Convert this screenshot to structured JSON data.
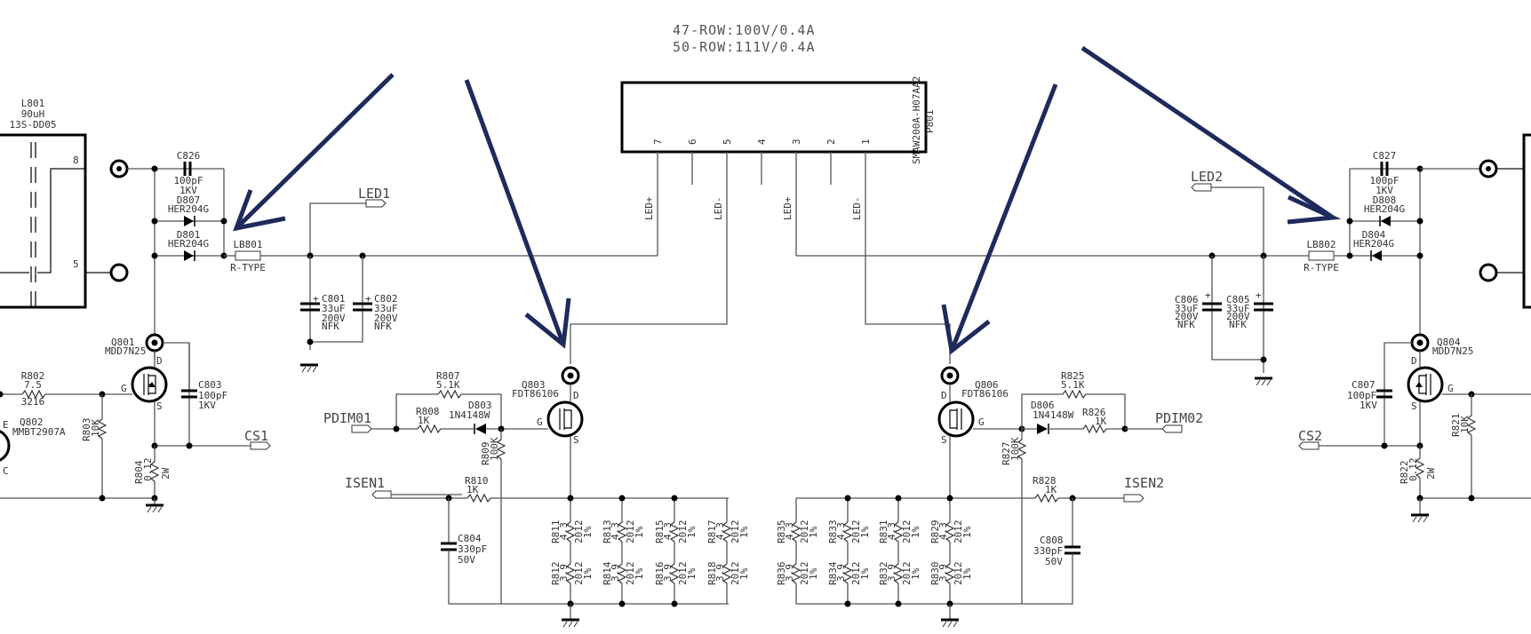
{
  "header": {
    "line1": "47-ROW:100V/0.4A",
    "line2": "50-ROW:111V/0.4A"
  },
  "connector": {
    "ref": "P801",
    "part": "SMAW200A-H07AA2",
    "pins": [
      "7",
      "6",
      "5",
      "4",
      "3",
      "2",
      "1"
    ],
    "pin_labels": [
      "LED+",
      "LED-",
      "LED+",
      "LED-"
    ]
  },
  "left": {
    "transformer": {
      "ref": "L801",
      "value": "90uH",
      "part": "13S-DD05",
      "pin_top": "8",
      "pin_bottom": "5"
    },
    "c826": {
      "ref": "C826",
      "value": "100pF",
      "rating": "1KV"
    },
    "d807": {
      "ref": "D807",
      "part": "HER204G"
    },
    "d801": {
      "ref": "D801",
      "part": "HER204G"
    },
    "lb801": {
      "ref": "LB801",
      "type": "R-TYPE"
    },
    "led_port": "LED1",
    "c801": {
      "ref": "C801",
      "value": "33uF",
      "rating": "200V",
      "type": "NFK"
    },
    "c802": {
      "ref": "C802",
      "value": "33uF",
      "rating": "200V",
      "type": "NFK"
    },
    "q801": {
      "ref": "Q801",
      "part": "MDD7N25"
    },
    "r802": {
      "ref": "R802",
      "value": "7.5",
      "size": "3216"
    },
    "q802": {
      "ref": "Q802",
      "part": "MMBT2907A",
      "pin_e": "E",
      "pin_c": "C"
    },
    "r803": {
      "ref": "R803",
      "value": "10K"
    },
    "c803": {
      "ref": "C803",
      "value": "100pF",
      "rating": "1KV"
    },
    "r804": {
      "ref": "R804",
      "value": "0.12",
      "power": "2W"
    },
    "cs_port": "CS1"
  },
  "mid_left": {
    "q803": {
      "ref": "Q803",
      "part": "FDT86106"
    },
    "r807": {
      "ref": "R807",
      "value": "5.1K"
    },
    "r808": {
      "ref": "R808",
      "value": "1K"
    },
    "d803": {
      "ref": "D803",
      "part": "1N4148W"
    },
    "r809": {
      "ref": "R809",
      "value": "100K"
    },
    "r810": {
      "ref": "R810",
      "value": "1K"
    },
    "c804": {
      "ref": "C804",
      "value": "330pF",
      "rating": "50V"
    },
    "pdim_port": "PDIM01",
    "isen_port": "ISEN1",
    "sense_top": [
      {
        "ref": "R811",
        "value": "4.3",
        "size": "2012",
        "tol": "1%"
      },
      {
        "ref": "R813",
        "value": "4.3",
        "size": "2012",
        "tol": "1%"
      },
      {
        "ref": "R815",
        "value": "4.3",
        "size": "2012",
        "tol": "1%"
      },
      {
        "ref": "R817",
        "value": "4.3",
        "size": "2012",
        "tol": "1%"
      }
    ],
    "sense_bottom": [
      {
        "ref": "R812",
        "value": "3.9",
        "size": "2012",
        "tol": "1%"
      },
      {
        "ref": "R814",
        "value": "3.9",
        "size": "2012",
        "tol": "1%"
      },
      {
        "ref": "R816",
        "value": "3.9",
        "size": "2012",
        "tol": "1%"
      },
      {
        "ref": "R818",
        "value": "3.9",
        "size": "2012",
        "tol": "1%"
      }
    ]
  },
  "mid_right": {
    "q806": {
      "ref": "Q806",
      "part": "FDT86106"
    },
    "r825": {
      "ref": "R825",
      "value": "5.1K"
    },
    "r826": {
      "ref": "R826",
      "value": "1K"
    },
    "d806": {
      "ref": "D806",
      "part": "1N4148W"
    },
    "r827": {
      "ref": "R827",
      "value": "100K"
    },
    "r828": {
      "ref": "R828",
      "value": "1K"
    },
    "c808": {
      "ref": "C808",
      "value": "330pF",
      "rating": "50V"
    },
    "pdim_port": "PDIM02",
    "isen_port": "ISEN2",
    "sense_top": [
      {
        "ref": "R835",
        "value": "4.3",
        "size": "2012",
        "tol": "1%"
      },
      {
        "ref": "R833",
        "value": "4.3",
        "size": "2012",
        "tol": "1%"
      },
      {
        "ref": "R831",
        "value": "4.3",
        "size": "2012",
        "tol": "1%"
      },
      {
        "ref": "R829",
        "value": "4.3",
        "size": "2012",
        "tol": "1%"
      }
    ],
    "sense_bottom": [
      {
        "ref": "R836",
        "value": "3.9",
        "size": "2012",
        "tol": "1%"
      },
      {
        "ref": "R834",
        "value": "3.9",
        "size": "2012",
        "tol": "1%"
      },
      {
        "ref": "R832",
        "value": "3.9",
        "size": "2012",
        "tol": "1%"
      },
      {
        "ref": "R830",
        "value": "3.9",
        "size": "2012",
        "tol": "1%"
      }
    ]
  },
  "right": {
    "c827": {
      "ref": "C827",
      "value": "100pF",
      "rating": "1KV"
    },
    "d808": {
      "ref": "D808",
      "part": "HER204G"
    },
    "d804": {
      "ref": "D804",
      "part": "HER204G"
    },
    "lb802": {
      "ref": "LB802",
      "type": "R-TYPE"
    },
    "led_port": "LED2",
    "c806": {
      "ref": "C806",
      "value": "33uF",
      "rating": "200V",
      "type": "NFK"
    },
    "c805": {
      "ref": "C805",
      "value": "33uF",
      "rating": "200V",
      "type": "NFK"
    },
    "q804": {
      "ref": "Q804",
      "part": "MDD7N25"
    },
    "c807": {
      "ref": "C807",
      "value": "100pF",
      "rating": "1KV"
    },
    "r821": {
      "ref": "R821",
      "value": "10K"
    },
    "r822": {
      "ref": "R822",
      "value": "0.12",
      "power": "2W"
    },
    "cs_port": "CS2"
  },
  "colors": {
    "arrow": "#1f2a5c",
    "wire": "#555555",
    "ink": "#000000"
  }
}
